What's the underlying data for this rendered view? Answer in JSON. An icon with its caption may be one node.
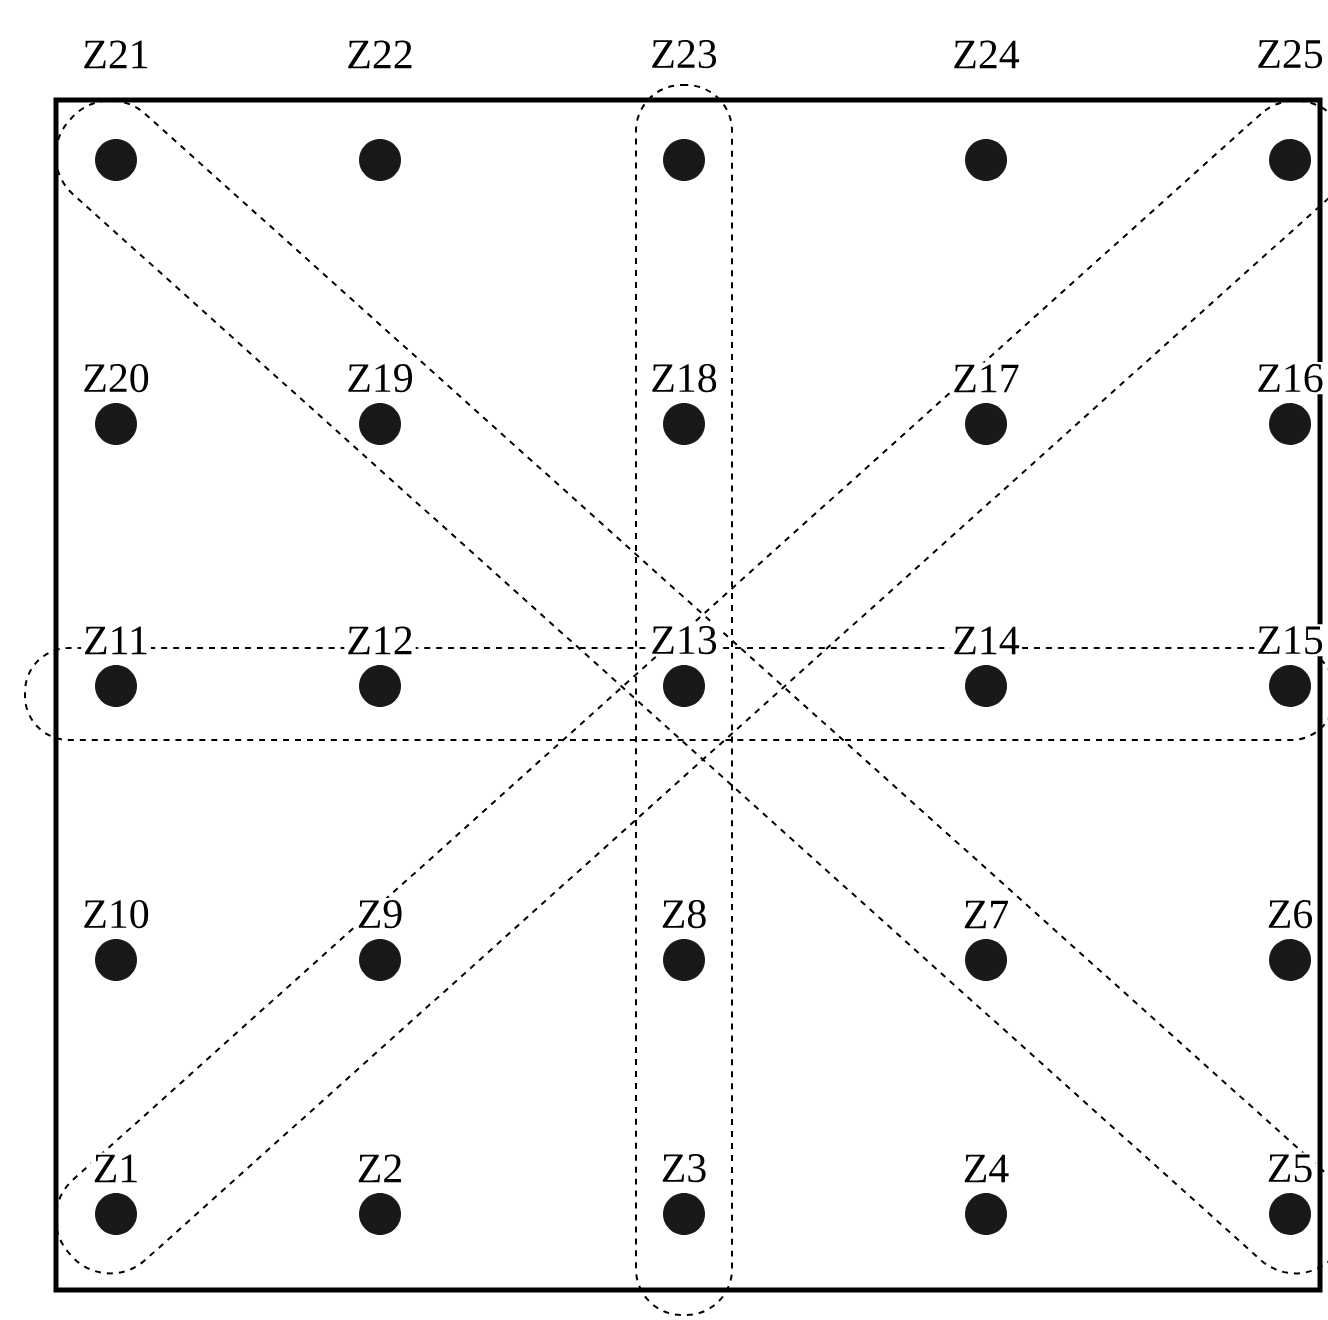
{
  "diagram": {
    "nodes": [
      {
        "text": [
          "Z21"
        ]
      },
      {
        "text": [
          "Z22"
        ]
      },
      {
        "text": [
          "Z23"
        ]
      },
      {
        "text": [
          "Z24"
        ]
      },
      {
        "text": [
          "Z25"
        ]
      },
      {
        "text": [
          "Z20"
        ]
      },
      {
        "text": [
          "Z19"
        ]
      },
      {
        "text": [
          "Z18"
        ]
      },
      {
        "text": [
          "Z17"
        ]
      },
      {
        "text": [
          "Z16"
        ]
      },
      {
        "text": [
          "Z11"
        ]
      },
      {
        "text": [
          "Z12"
        ]
      },
      {
        "text": [
          "Z13"
        ]
      },
      {
        "text": [
          "Z14"
        ]
      },
      {
        "text": [
          "Z15"
        ]
      },
      {
        "text": [
          "Z10"
        ]
      },
      {
        "text": [
          "Z9"
        ]
      },
      {
        "text": [
          "Z8"
        ]
      },
      {
        "text": [
          "Z7"
        ]
      },
      {
        "text": [
          "Z6"
        ]
      },
      {
        "text": [
          "Z1"
        ]
      },
      {
        "text": [
          "Z2"
        ]
      },
      {
        "text": [
          "Z3"
        ]
      },
      {
        "text": [
          "Z4"
        ]
      },
      {
        "text": [
          "Z5"
        ]
      }
    ]
  }
}
